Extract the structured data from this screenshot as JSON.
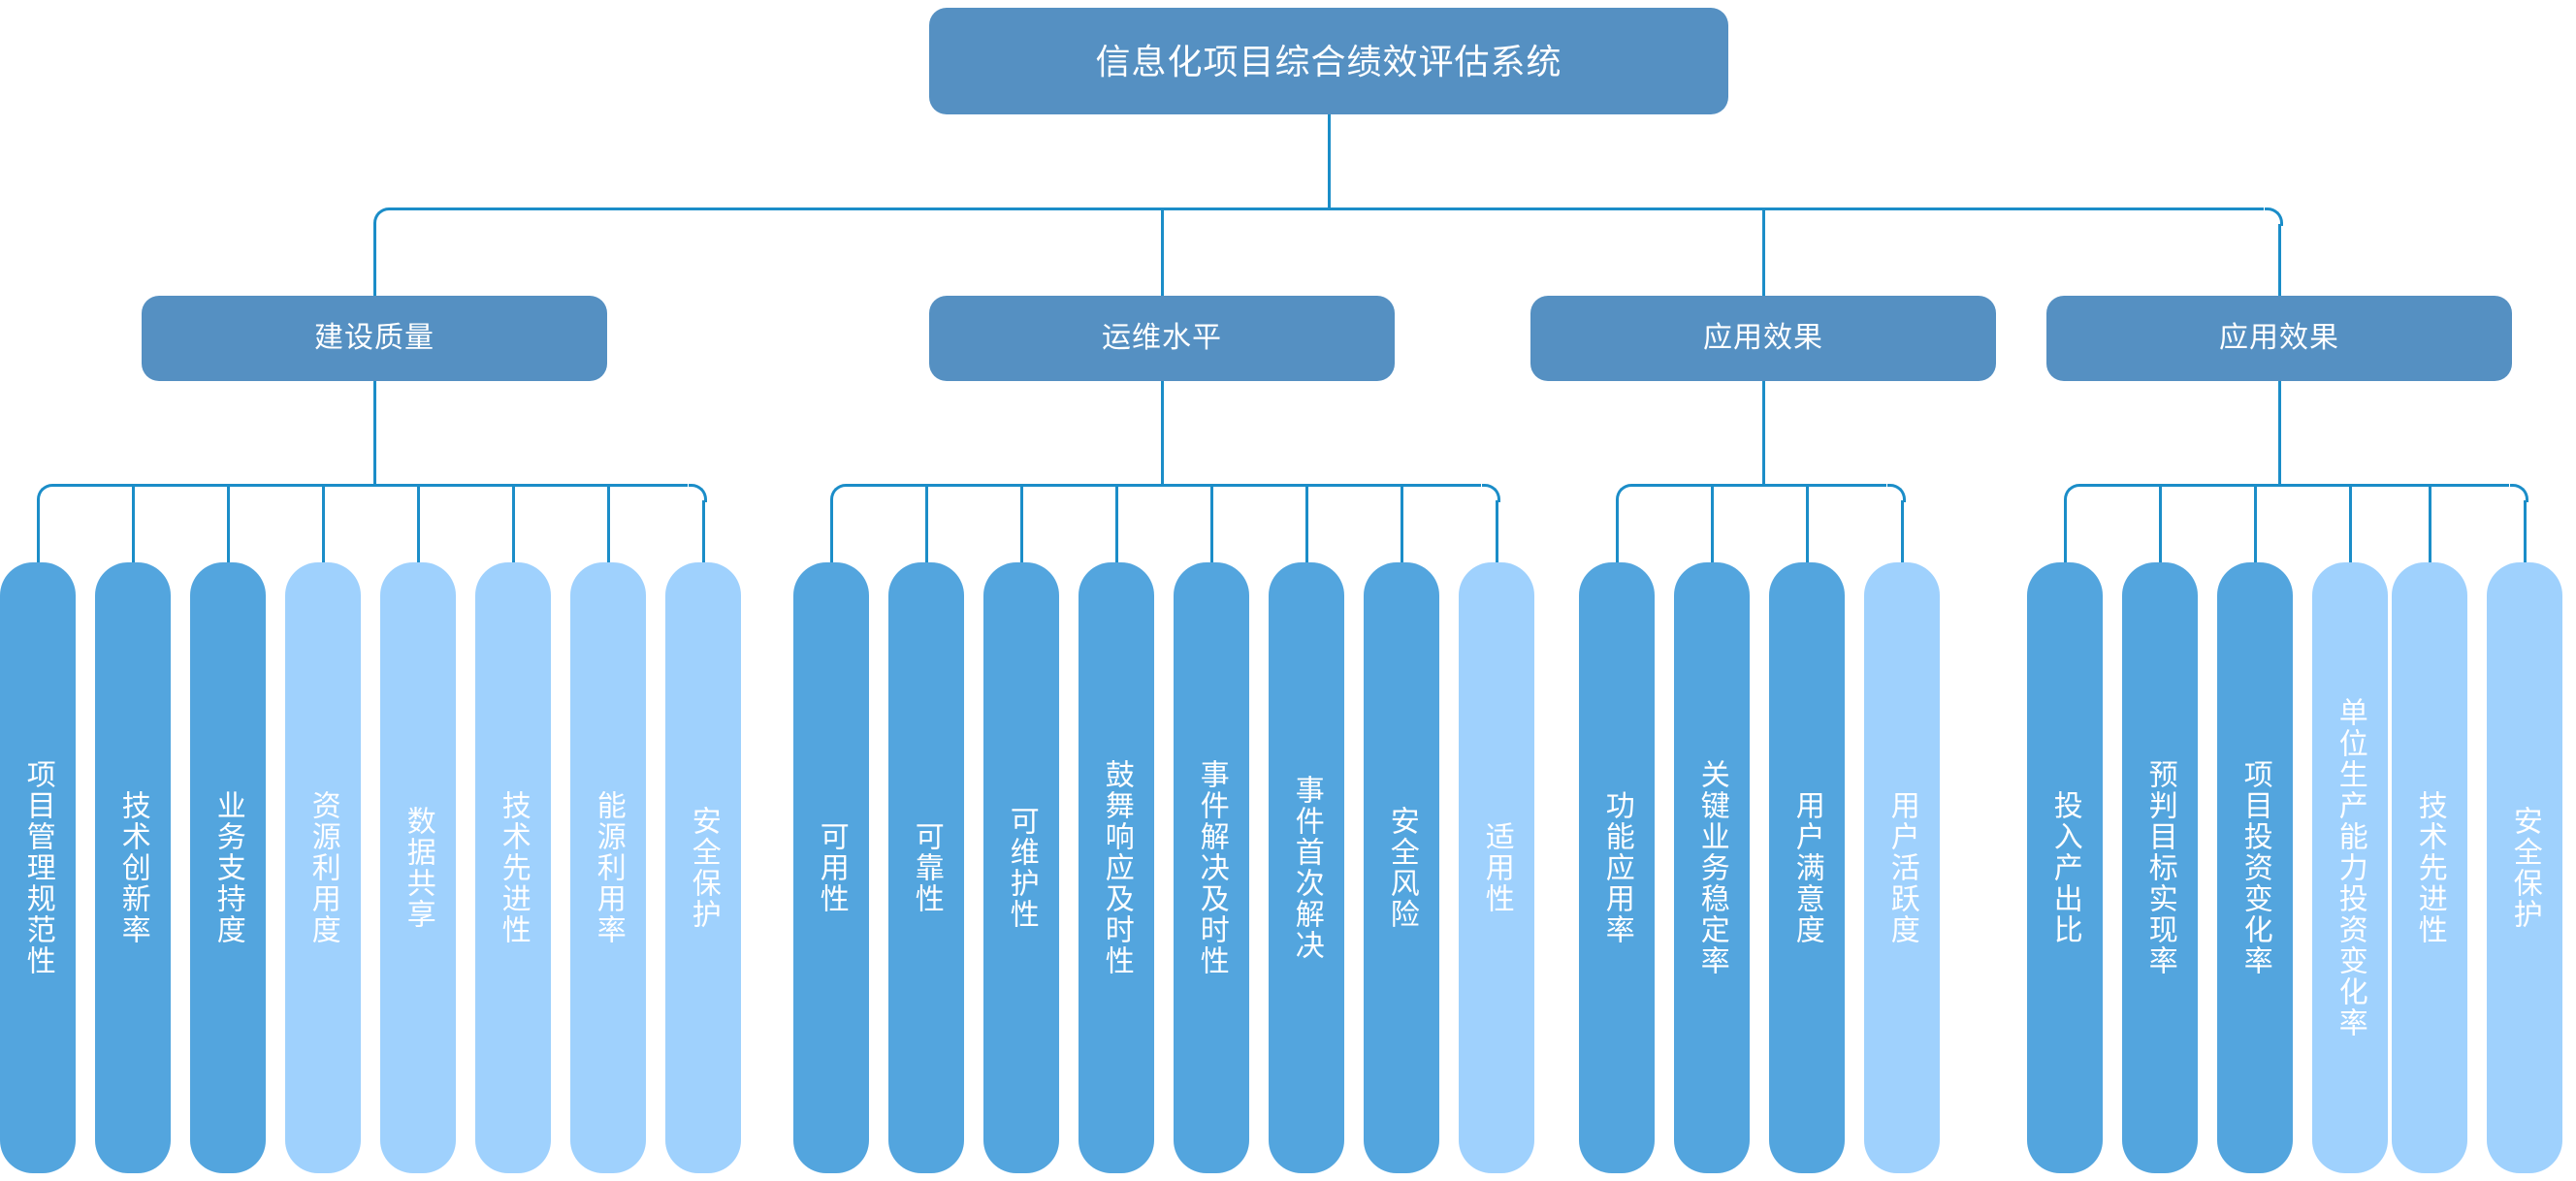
{
  "diagram": {
    "title": "信息化项目综合绩效评估系统",
    "type": "organization-chart",
    "colors": {
      "root_fill": "#5590c2",
      "branch_fill": "#5590c2",
      "leaf_dark_fill": "#53a5de",
      "leaf_light_fill": "#9fd1fd",
      "connector": "#1b8dc8",
      "text": "#ffffff",
      "background": "#ffffff"
    },
    "root": {
      "label": "信息化项目综合绩效评估系统"
    },
    "branches": [
      {
        "label": "建设质量",
        "leaves": [
          {
            "label": "项目管理规范性",
            "tone": "dark"
          },
          {
            "label": "技术创新率",
            "tone": "dark"
          },
          {
            "label": "业务支持度",
            "tone": "dark"
          },
          {
            "label": "资源利用度",
            "tone": "light"
          },
          {
            "label": "数据共享",
            "tone": "light"
          },
          {
            "label": "技术先进性",
            "tone": "light"
          },
          {
            "label": "能源利用率",
            "tone": "light"
          },
          {
            "label": "安全保护",
            "tone": "light"
          }
        ]
      },
      {
        "label": "运维水平",
        "leaves": [
          {
            "label": "可用性",
            "tone": "dark"
          },
          {
            "label": "可靠性",
            "tone": "dark"
          },
          {
            "label": "可维护性",
            "tone": "dark"
          },
          {
            "label": "鼓舞响应及时性",
            "tone": "dark"
          },
          {
            "label": "事件解决及时性",
            "tone": "dark"
          },
          {
            "label": "事件首次解决",
            "tone": "dark"
          },
          {
            "label": "安全风险",
            "tone": "dark"
          },
          {
            "label": "适用性",
            "tone": "light"
          }
        ]
      },
      {
        "label": "应用效果",
        "leaves": [
          {
            "label": "功能应用率",
            "tone": "dark"
          },
          {
            "label": "关键业务稳定率",
            "tone": "dark"
          },
          {
            "label": "用户满意度",
            "tone": "dark"
          },
          {
            "label": "用户活跃度",
            "tone": "light"
          }
        ]
      },
      {
        "label": "应用效果",
        "leaves": [
          {
            "label": "投入产出比",
            "tone": "dark"
          },
          {
            "label": "预判目标实现率",
            "tone": "dark"
          },
          {
            "label": "项目投资变化率",
            "tone": "dark"
          },
          {
            "label": "单位生产能力投资变化率",
            "tone": "light"
          },
          {
            "label": "技术先进性",
            "tone": "light"
          },
          {
            "label": "安全保护",
            "tone": "light"
          }
        ]
      }
    ]
  }
}
